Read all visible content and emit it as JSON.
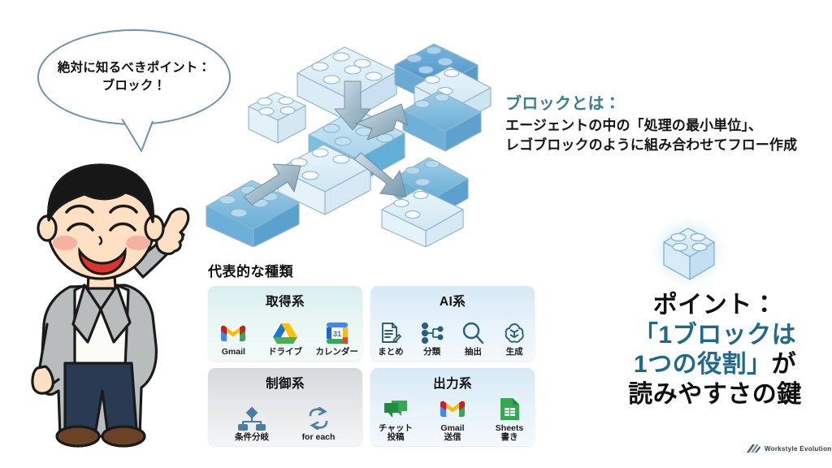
{
  "speech_bubble": {
    "line1": "絶対に知るべきポイント：",
    "line2": "ブロック！"
  },
  "block_definition": {
    "title": "ブロックとは：",
    "line1": "エージェントの中の「処理の最小単位」、",
    "line2": "レゴブロックのように組み合わせてフロー作成",
    "title_color": "#3a7d96"
  },
  "categories": {
    "heading": "代表的な種類",
    "cards": [
      {
        "title": "取得系",
        "theme": "mint",
        "items": [
          {
            "icon": "gmail-icon",
            "label": "Gmail",
            "label2": ""
          },
          {
            "icon": "google-drive-icon",
            "label": "ドライブ",
            "label2": ""
          },
          {
            "icon": "google-calendar-icon",
            "label": "カレンダー",
            "label2": ""
          }
        ]
      },
      {
        "title": "AI系",
        "theme": "blue",
        "items": [
          {
            "icon": "document-edit-icon",
            "label": "まとめ",
            "label2": ""
          },
          {
            "icon": "classify-tree-icon",
            "label": "分類",
            "label2": ""
          },
          {
            "icon": "magnifier-icon",
            "label": "抽出",
            "label2": ""
          },
          {
            "icon": "openai-icon",
            "label": "生成",
            "label2": ""
          }
        ]
      },
      {
        "title": "制御系",
        "theme": "gray",
        "items": [
          {
            "icon": "branch-icon",
            "label": "条件分岐",
            "label2": ""
          },
          {
            "icon": "loop-icon",
            "label": "for each",
            "label2": ""
          }
        ]
      },
      {
        "title": "出力系",
        "theme": "blue",
        "items": [
          {
            "icon": "google-chat-icon",
            "label": "チャット",
            "label2": "投稿"
          },
          {
            "icon": "gmail-icon",
            "label": "Gmail",
            "label2": "送信"
          },
          {
            "icon": "google-sheets-icon",
            "label": "Sheets",
            "label2": "書き"
          }
        ]
      }
    ]
  },
  "point_callout": {
    "line1": "ポイント：",
    "line2_open": "「1ブロックは",
    "line3_blue": "1つの役割」",
    "line3_black": "が",
    "line4": "読みやすさの鍵",
    "accent_color": "#1d6a8c"
  },
  "logo": {
    "text": "Workstyle Evolution"
  },
  "icons": {
    "single_block": "lego-block-icon",
    "diagram": "lego-flow-diagram",
    "person": "pointing-person-illustration",
    "bubble_tail": "speech-bubble-tail"
  }
}
